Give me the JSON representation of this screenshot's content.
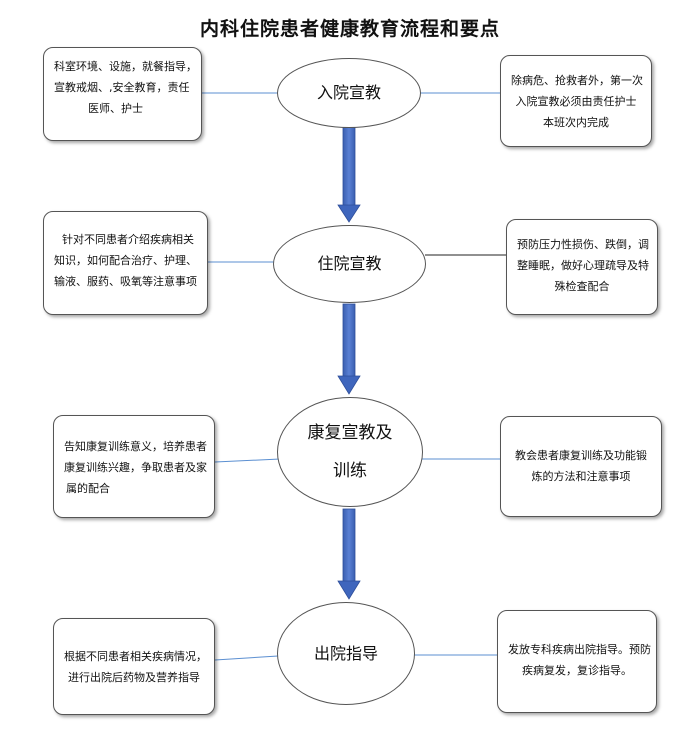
{
  "title": "内科住院患者健康教育流程和要点",
  "colors": {
    "arrow": "#4a70c4",
    "arrow_dark": "#2f4f9a",
    "connector": "#5b8fd1",
    "border": "#555555"
  },
  "steps": [
    {
      "label_lines": [
        "入院宣教"
      ],
      "left_lines": [
        "科室环境、设施，就餐指导，",
        "宣教戒烟、,安全教育，责任",
        "医师、护士"
      ],
      "right_lines": [
        "除病危、抢救者外，第一次",
        "入院宣教必须由责任护士",
        "本班次内完成"
      ]
    },
    {
      "label_lines": [
        "住院宣教"
      ],
      "left_lines": [
        "针对不同患者介绍疾病相关",
        "知识，如何配合治疗、护理、",
        "输液、服药、吸氧等注意事项"
      ],
      "right_lines": [
        "预防压力性损伤、跌倒，调",
        "整睡眠，做好心理疏导及特",
        "殊检查配合"
      ]
    },
    {
      "label_lines": [
        "康复宣教及",
        "训练"
      ],
      "left_lines": [
        "告知康复训练意义，培养患者",
        "康复训练兴趣，争取患者及家",
        "属的配合"
      ],
      "right_lines": [
        "教会患者康复训练及功能锻",
        "炼的方法和注意事项"
      ]
    },
    {
      "label_lines": [
        "出院指导"
      ],
      "left_lines": [
        "根据不同患者相关疾病情况，",
        "进行出院后药物及营养指导"
      ],
      "right_lines": [
        "发放专科疾病出院指导。预防",
        "疾病复发，复诊指导。"
      ]
    }
  ]
}
